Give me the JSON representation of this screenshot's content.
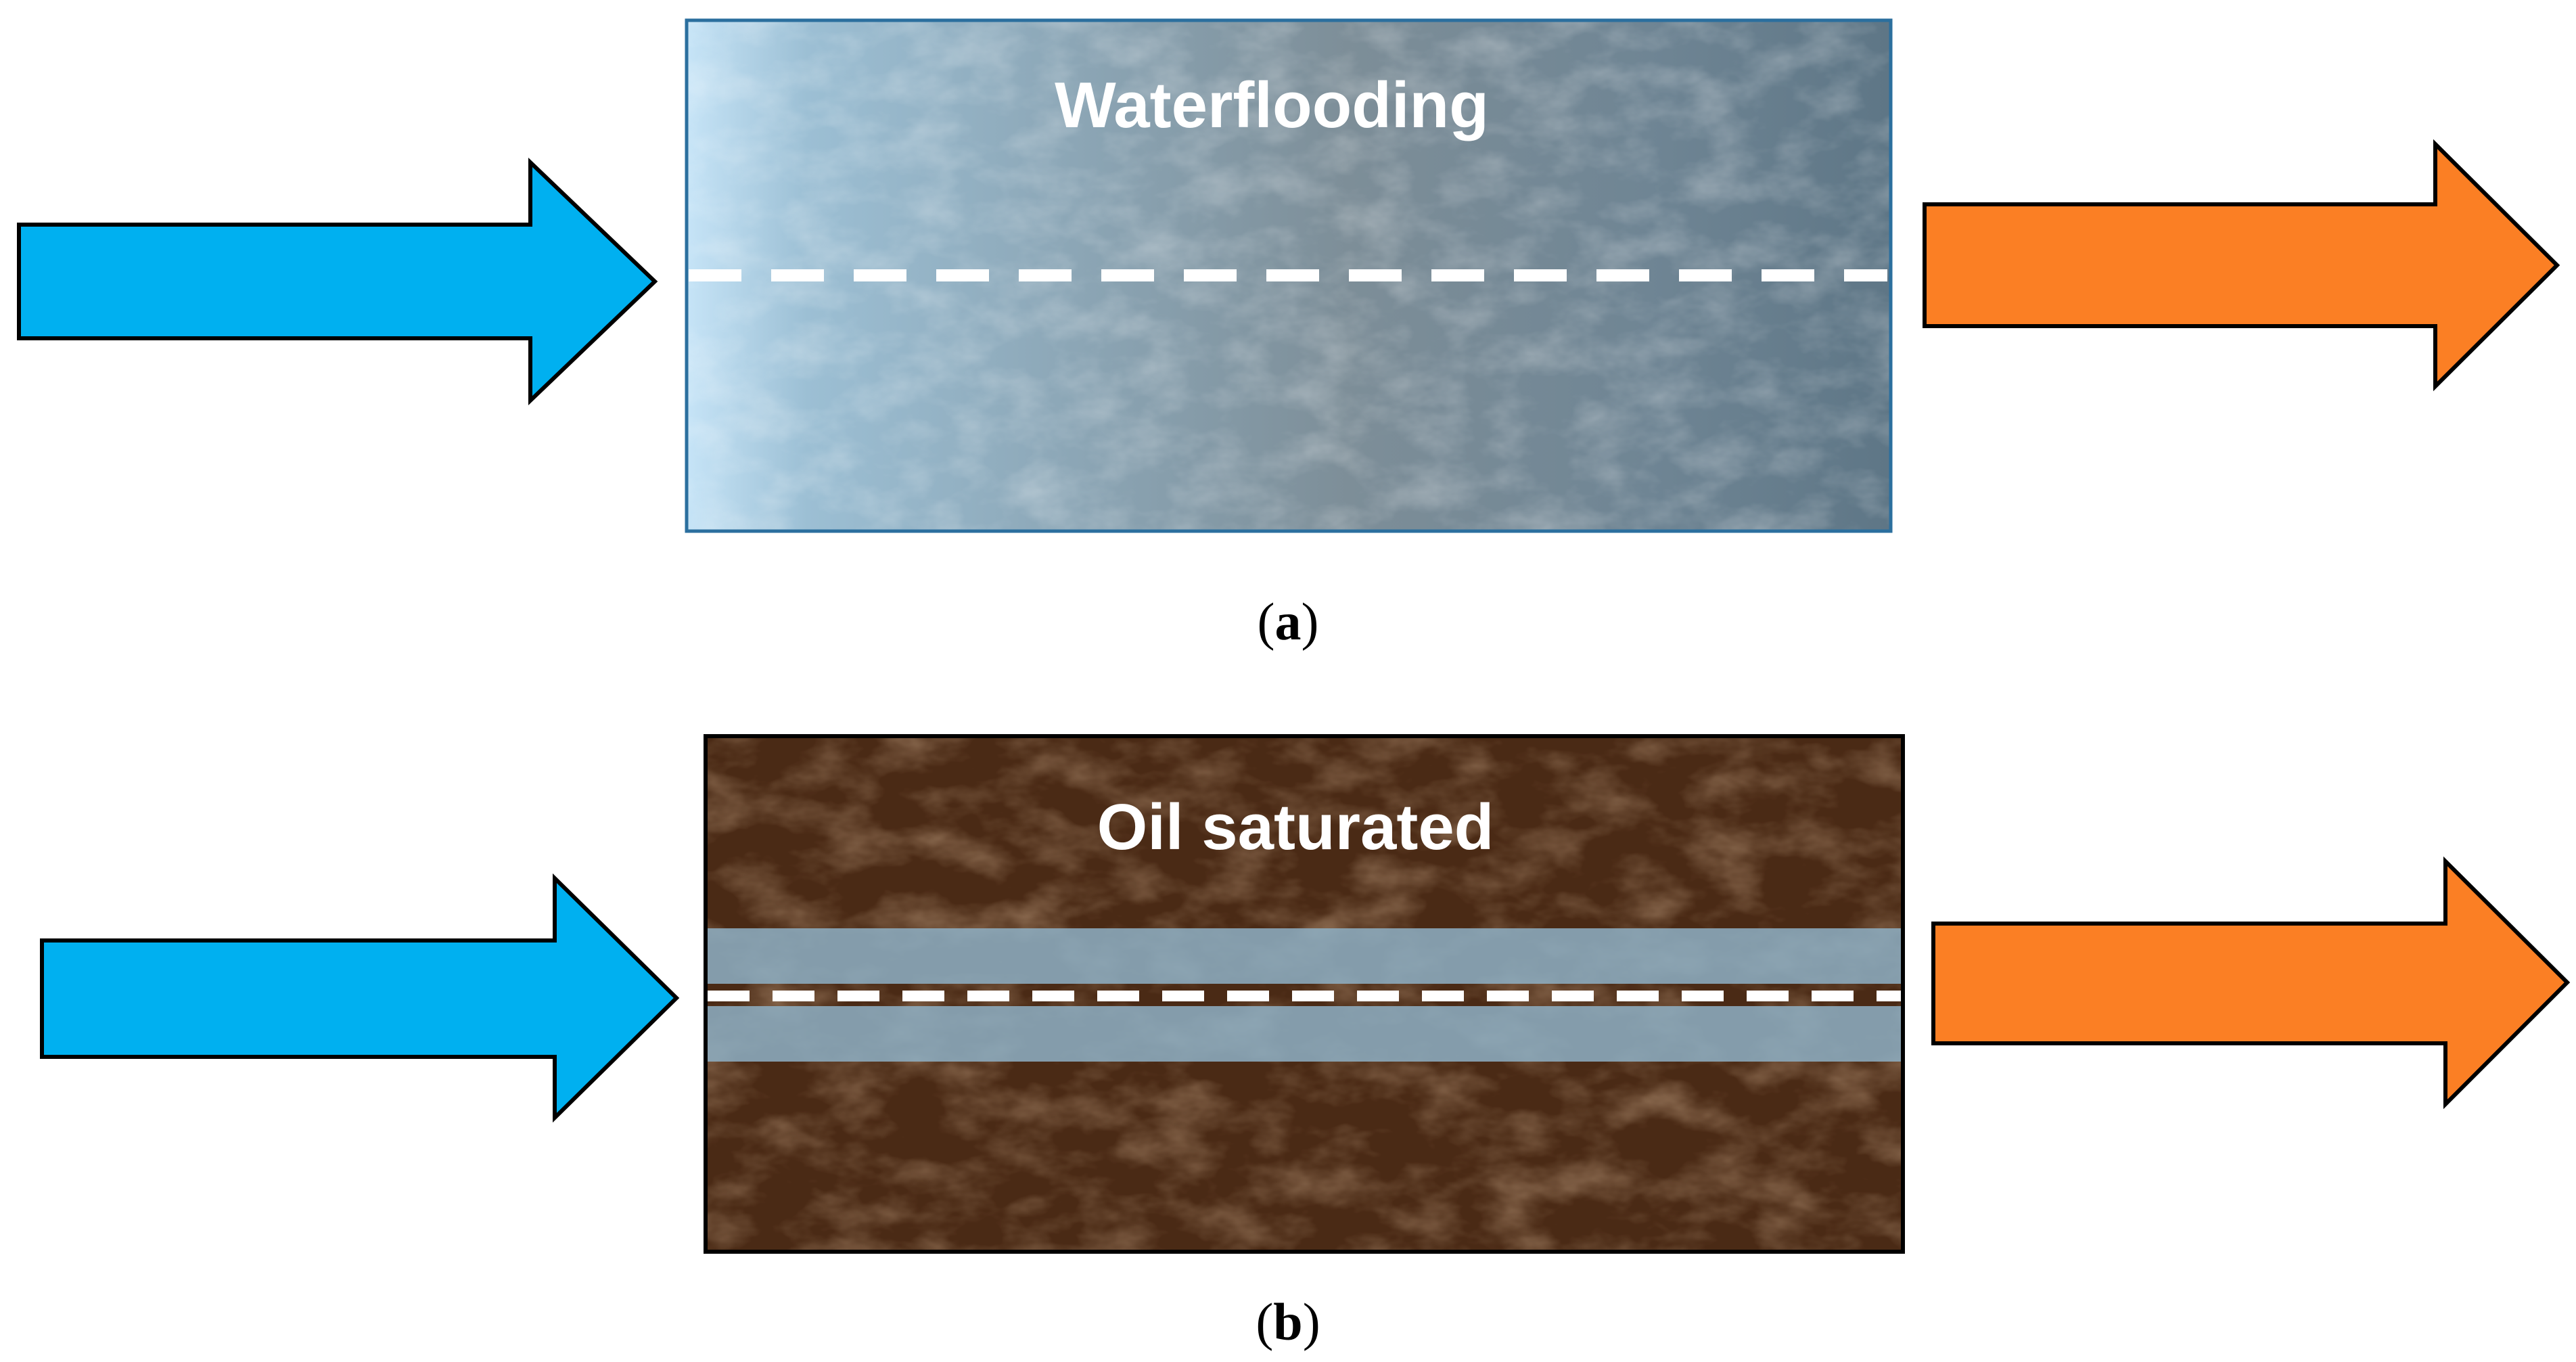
{
  "figure": {
    "panels": [
      {
        "id": "a",
        "title": "Waterflooding",
        "caption_open": "(",
        "caption_letter": "a",
        "caption_close": ")"
      },
      {
        "id": "b",
        "title": "Oil saturated",
        "caption_open": "(",
        "caption_letter": "b",
        "caption_close": ")"
      }
    ],
    "colors": {
      "inlet_arrow": "#00b0f0",
      "outlet_arrow": "#fb7f24",
      "water_core_light": "#bfe0f5",
      "water_core_dark": "#5f7788",
      "oil_core": "#4a2a15",
      "water_channel": "#8eb0c6",
      "dashed_line": "#ffffff"
    }
  }
}
